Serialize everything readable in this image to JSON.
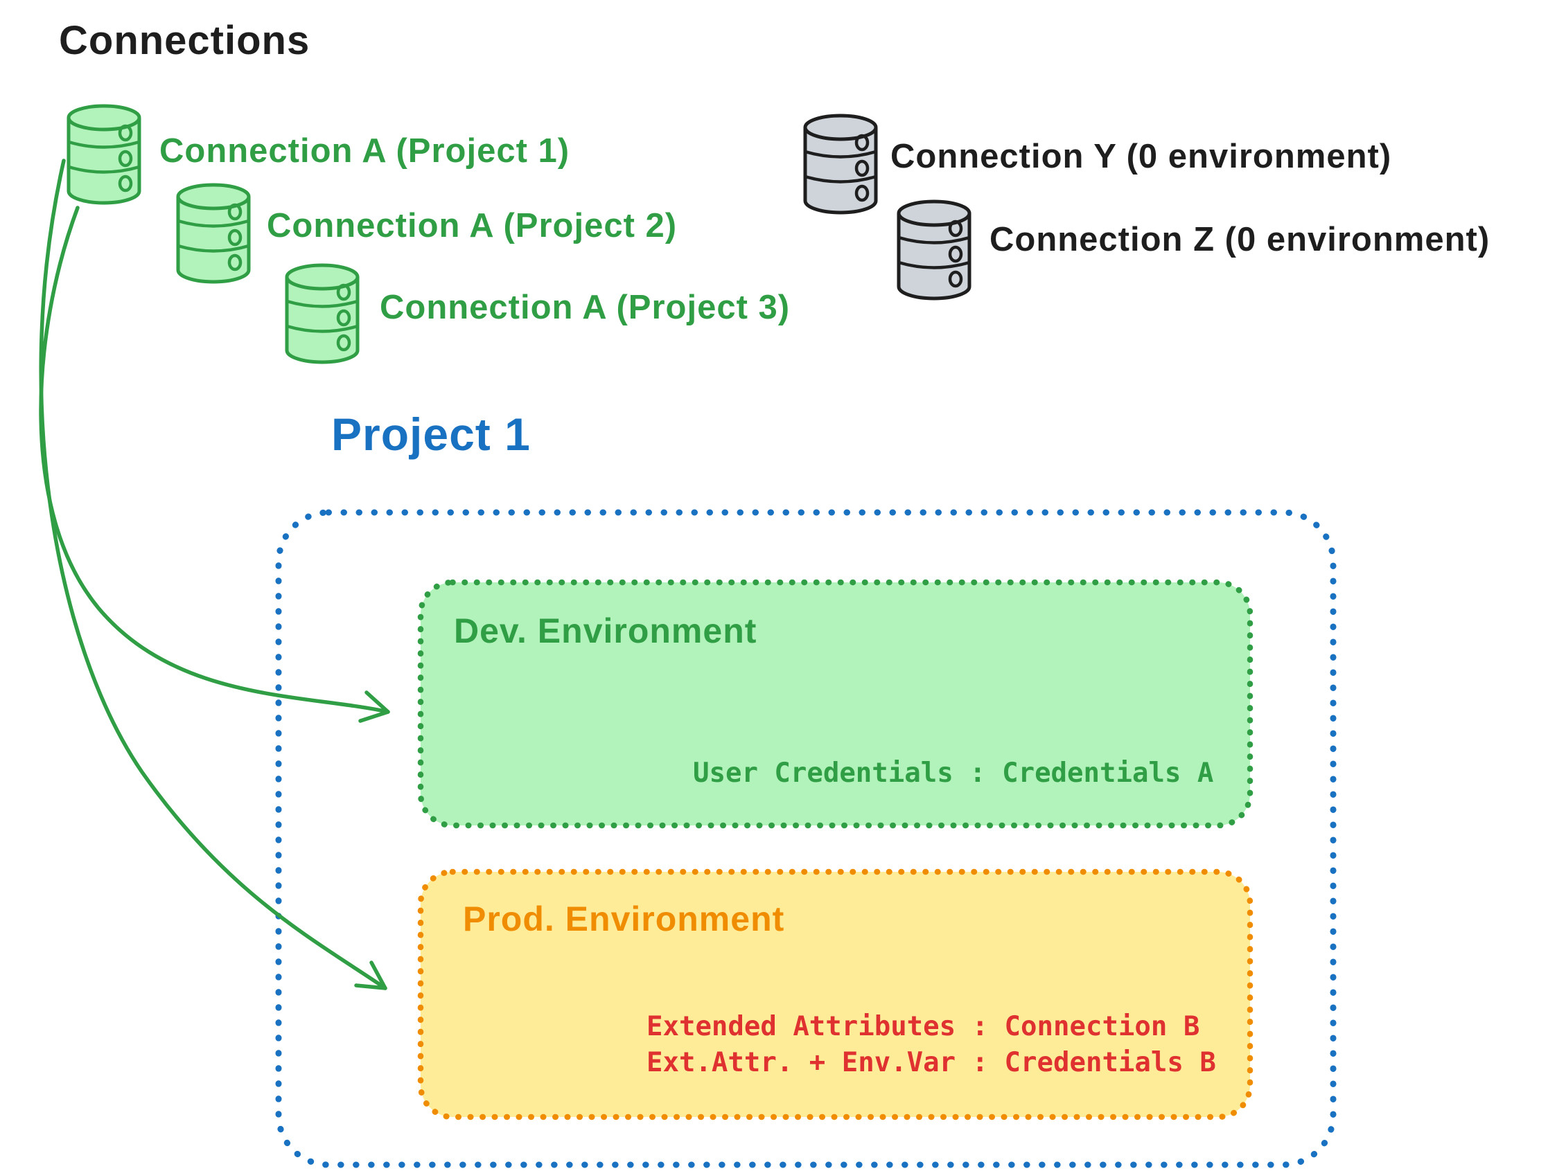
{
  "title": "Connections",
  "colors": {
    "ink": "#1e1e1e",
    "green_stroke": "#2f9e44",
    "green_fill": "#b2f2bb",
    "gray_fill": "#ced4da",
    "blue": "#1971c2",
    "orange": "#f08c00",
    "yellow_fill": "#ffec99",
    "red": "#e03131"
  },
  "icons": {
    "green_database": "database-icon",
    "gray_database": "database-icon",
    "arrows": "curved-arrow"
  },
  "connections_green": [
    {
      "label": "Connection A (Project 1)"
    },
    {
      "label": "Connection A (Project 2)"
    },
    {
      "label": "Connection A (Project 3)"
    }
  ],
  "connections_gray": [
    {
      "label": "Connection Y (0 environment)"
    },
    {
      "label": "Connection Z (0 environment)"
    }
  ],
  "project": {
    "title": "Project 1",
    "environments": [
      {
        "name": "Dev. Environment",
        "type": "dev",
        "mappings": [
          "User Credentials : Credentials A"
        ]
      },
      {
        "name": "Prod. Environment",
        "type": "prod",
        "mappings": [
          "Extended Attributes : Connection B",
          "Ext.Attr. + Env.Var : Credentials B"
        ]
      }
    ]
  }
}
